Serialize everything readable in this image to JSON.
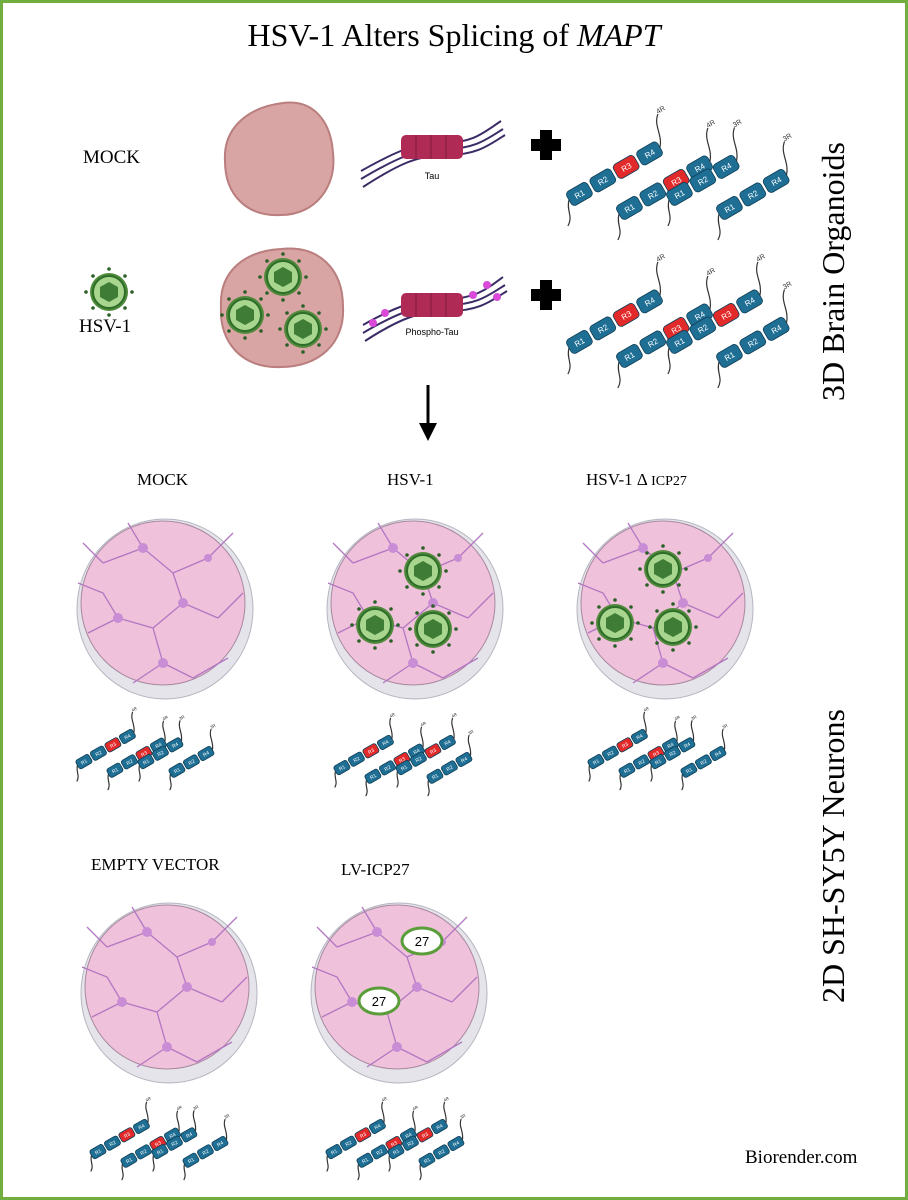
{
  "title": {
    "main": "HSV-1 Alters Splicing of ",
    "italic": "MAPT"
  },
  "sections": {
    "top": "3D Brain Organoids",
    "bottom": "2D SH-SY5Y Neurons"
  },
  "organoid_rows": [
    {
      "label": "MOCK",
      "protein_label": "Tau"
    },
    {
      "label": "HSV-1",
      "protein_label": "Phospho-Tau"
    }
  ],
  "dish_labels": {
    "mock": "MOCK",
    "hsv1": "HSV-1",
    "hsv1_delta_prefix": "HSV-1 Δ ",
    "hsv1_delta_suffix": "ICP27",
    "empty_vector": "EMPTY VECTOR",
    "lv_icp27": "LV-ICP27"
  },
  "icp27_badge": "27",
  "isoform_repeats": [
    "R1",
    "R2",
    "R3",
    "R4"
  ],
  "isoform_tags": {
    "four_r": "4R",
    "three_r": "3R"
  },
  "credit": "Biorender.com",
  "colors": {
    "border": "#6fae3f",
    "domain_blue": "#1f6f95",
    "domain_red": "#e22a2a",
    "organoid": "#d8a5a4",
    "dish": "#efc1da",
    "virus_green": "#8cc06e"
  }
}
